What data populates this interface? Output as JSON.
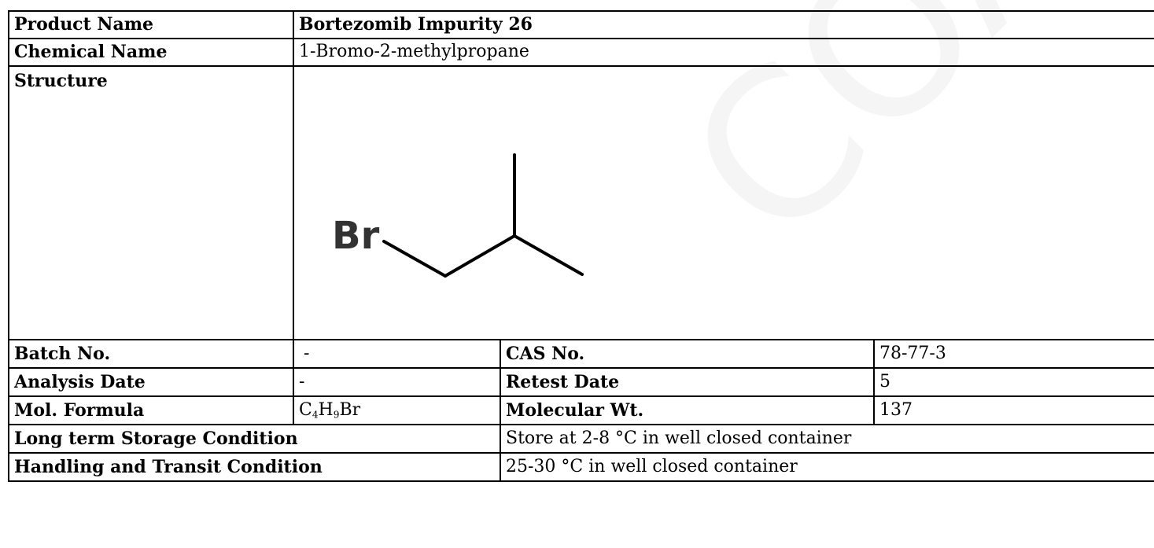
{
  "watermark": "COA",
  "product": {
    "label": "Product Name",
    "value": "Bortezomib Impurity 26"
  },
  "chemical": {
    "label": "Chemical Name",
    "value": "1-Bromo-2-methylpropane"
  },
  "structure": {
    "label": "Structure",
    "atom_label": "Br"
  },
  "batch": {
    "label": "Batch No.",
    "value": "-"
  },
  "cas": {
    "label": "CAS No.",
    "value": "78-77-3"
  },
  "analysis_date": {
    "label": "Analysis Date",
    "value": "-"
  },
  "retest_date": {
    "label": "Retest Date",
    "value": "5"
  },
  "formula": {
    "label": "Mol. Formula",
    "c": "C",
    "c_count": "4",
    "h": "H",
    "h_count": "9",
    "br": "Br"
  },
  "mol_wt": {
    "label": "Molecular Wt.",
    "value": "137"
  },
  "storage": {
    "label": "Long term Storage Condition",
    "value": "Store at 2-8 °C in well closed container"
  },
  "handling": {
    "label": "Handling and Transit Condition",
    "value": "25-30 °C in well closed container"
  }
}
